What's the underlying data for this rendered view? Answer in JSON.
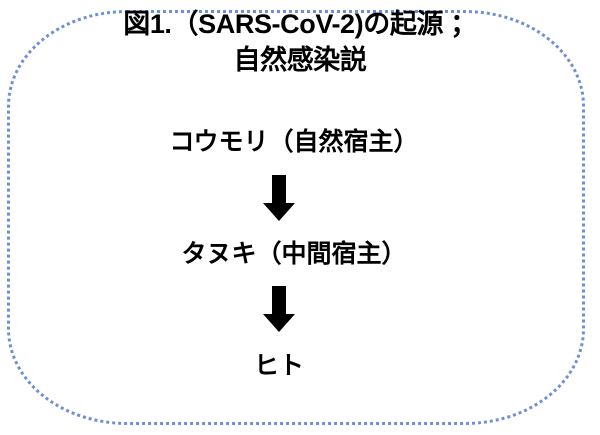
{
  "figure": {
    "title": {
      "line1": "図1.（SARS-CoV-2)の起源 ；",
      "line2": "自然感染説"
    },
    "flow": {
      "nodes": [
        {
          "label": "コウモリ（自然宿主）"
        },
        {
          "label": "タヌキ（中間宿主）"
        },
        {
          "label": "ヒト"
        }
      ],
      "arrows": [
        {
          "icon": "down-arrow-icon"
        },
        {
          "icon": "down-arrow-icon"
        }
      ]
    },
    "colors": {
      "text": "#000000",
      "arrow": "#000000",
      "frame": "#6e8fd8",
      "background": "#ffffff"
    }
  }
}
